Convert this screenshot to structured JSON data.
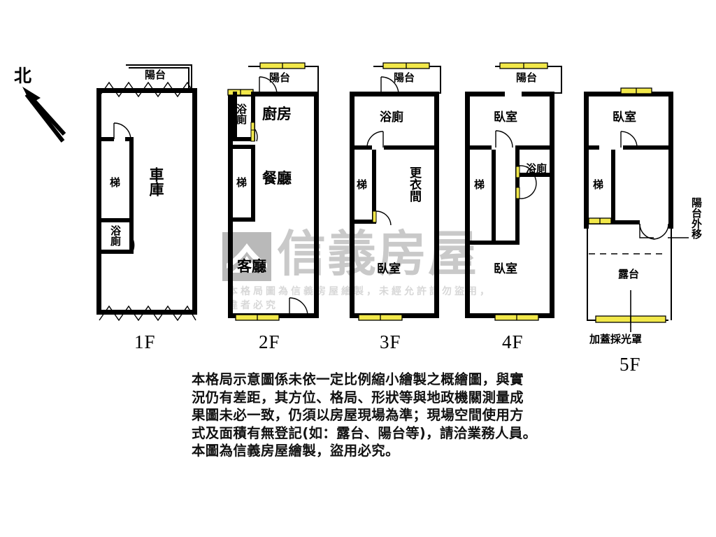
{
  "compass": {
    "label": "北",
    "icon": "north-arrow-icon"
  },
  "floors": [
    {
      "id": "1F",
      "label": "1F",
      "balcony_label": "陽台",
      "rooms": [
        {
          "name": "車庫",
          "kind": "garage"
        },
        {
          "name": "梯",
          "kind": "stairs"
        },
        {
          "name": "浴廁",
          "kind": "bathroom"
        }
      ]
    },
    {
      "id": "2F",
      "label": "2F",
      "balcony_label": "陽台",
      "rooms": [
        {
          "name": "廚房",
          "kind": "kitchen"
        },
        {
          "name": "餐廳",
          "kind": "dining"
        },
        {
          "name": "客廳",
          "kind": "living"
        },
        {
          "name": "梯",
          "kind": "stairs"
        },
        {
          "name": "浴廁",
          "kind": "bathroom"
        }
      ]
    },
    {
      "id": "3F",
      "label": "3F",
      "balcony_label": "陽台",
      "rooms": [
        {
          "name": "浴廁",
          "kind": "bathroom"
        },
        {
          "name": "更衣間",
          "kind": "closet"
        },
        {
          "name": "梯",
          "kind": "stairs"
        },
        {
          "name": "臥室",
          "kind": "bedroom"
        }
      ]
    },
    {
      "id": "4F",
      "label": "4F",
      "balcony_label": "陽台",
      "rooms": [
        {
          "name": "臥室",
          "kind": "bedroom"
        },
        {
          "name": "浴廁",
          "kind": "bathroom"
        },
        {
          "name": "梯",
          "kind": "stairs"
        },
        {
          "name": "臥室",
          "kind": "bedroom"
        }
      ]
    },
    {
      "id": "5F",
      "label": "5F",
      "caption": "加蓋採光罩",
      "annotation": "陽台外移",
      "rooms": [
        {
          "name": "臥室",
          "kind": "bedroom"
        },
        {
          "name": "梯",
          "kind": "stairs"
        },
        {
          "name": "露台",
          "kind": "terrace"
        }
      ]
    }
  ],
  "watermark": {
    "brand": "信義房屋",
    "notice": "本格局圖為信義房屋繪製，未經允許請勿盜用，違者必究"
  },
  "disclaimer": {
    "line1": "本格局示意圖係未依一定比例縮小繪製之概繪圖，與實",
    "line2": "況仍有差距，其方位、格局、形狀等與地政機關測量成",
    "line3": "果圖未必一致，仍須以房屋現場為準；現場空間使用方",
    "line4": "式及面積有無登記(如：露台、陽台等)，請洽業務人員。",
    "line5": "本圖為信義房屋繪製，盜用必究。"
  },
  "colors": {
    "wall": "#000000",
    "window": "#f2e84a",
    "background": "#ffffff",
    "watermark": "#c9c9c9"
  }
}
